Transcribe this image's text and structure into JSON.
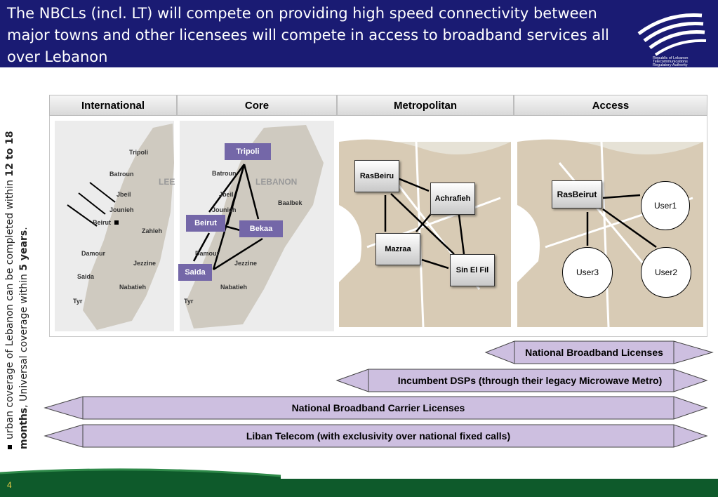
{
  "header": {
    "title": "The NBCLs (incl. LT) will compete on providing high speed connectivity between major towns and other licensees will compete in access to broadband services all over Lebanon",
    "logo_text": [
      "Republic of Lebanon",
      "Telecommunications",
      "Regulatory Authority"
    ]
  },
  "side_note": {
    "part1": "urban coverage of Lebanon can be completed within ",
    "bold1": "12 to 18 months",
    "part2": ", Universal coverage within ",
    "bold2": "5 years",
    "part3": "."
  },
  "columns": [
    "International",
    "Core",
    "Metropolitan",
    "Access"
  ],
  "international": {
    "places": [
      "Tripoli",
      "Batroun",
      "Jbeil",
      "Jounieh",
      "Beirut",
      "Zahleh",
      "Damour",
      "Jezzine",
      "Saida",
      "Nabatieh",
      "Tyr"
    ],
    "map_label": "LEE"
  },
  "core": {
    "map_label": "LEBANON",
    "places": [
      "Batroun",
      "Jbeil",
      "Jounieh",
      "Baalbek",
      "Damour",
      "Jezzine",
      "Nabatieh",
      "Tyr"
    ],
    "nodes": [
      "Tripoli",
      "Beirut",
      "Bekaa",
      "Saida"
    ]
  },
  "metropolitan": {
    "nodes": [
      "RasBeiru",
      "Achrafieh",
      "Mazraa",
      "Sin El Fil"
    ]
  },
  "access": {
    "hub": "RasBeirut",
    "users": [
      "User1",
      "User3",
      "User2"
    ]
  },
  "license_bars": [
    "National Broadband Licenses",
    "Incumbent DSPs  (through their legacy Microwave Metro)",
    "National Broadband Carrier Licenses",
    "Liban Telecom (with exclusivity over national fixed calls)"
  ],
  "page_number": "4",
  "colors": {
    "header_bg": "#1a1b73",
    "bar_fill": "#cdbfe0",
    "node_purple": "#7467a8",
    "footer_green": "#0e5a2b"
  }
}
